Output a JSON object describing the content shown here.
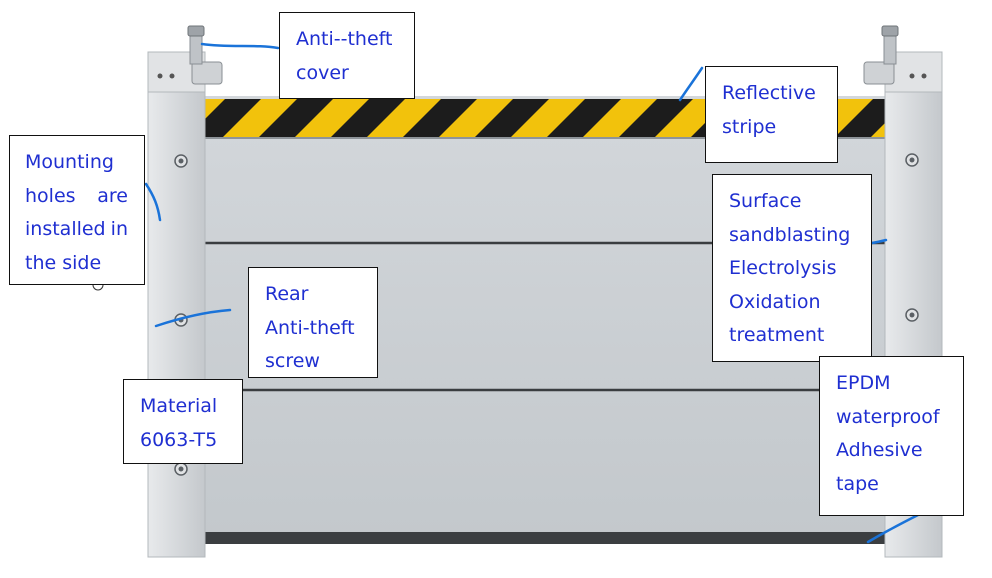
{
  "callouts": {
    "anti_theft_cover": {
      "lines": [
        "Anti--theft",
        "cover"
      ]
    },
    "reflective_stripe": {
      "lines": [
        "Reflective",
        "stripe"
      ]
    },
    "mounting_holes": {
      "line1": {
        "a": "Mounting"
      },
      "line2": {
        "a": "holes",
        "b": "are"
      },
      "line3": {
        "a": "installed",
        "b": "in"
      },
      "line4": {
        "a": "the side"
      }
    },
    "surface_treatment": {
      "lines": [
        "Surface",
        "sandblasting",
        "Electrolysis",
        "Oxidation",
        "treatment"
      ]
    },
    "rear_screw": {
      "lines": [
        "Rear",
        "Anti-theft",
        "screw"
      ]
    },
    "material": {
      "lines": [
        "Material",
        "6063-T5"
      ]
    },
    "epdm_tape": {
      "lines": [
        "EPDM",
        "waterproof",
        "Adhesive",
        "tape"
      ]
    }
  },
  "colors": {
    "label_text": "#1f2fd1",
    "leader_line": "#1a73d9",
    "stripe_yellow": "#f2c20c",
    "stripe_black": "#1c1c1c",
    "panel_grey": "#c9ced2",
    "frame_grey": "#d9dcdf"
  }
}
